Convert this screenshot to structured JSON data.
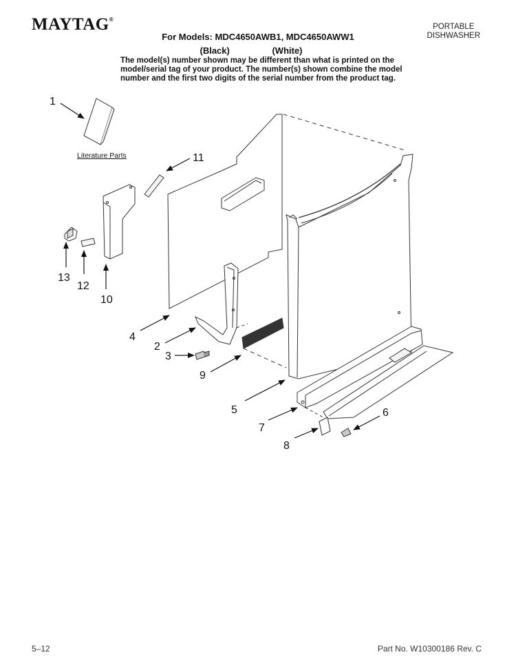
{
  "header": {
    "brand": "MAYTAG",
    "trademark": "®",
    "product_line1": "PORTABLE",
    "product_line2": "DISHWASHER",
    "models": "For Models: MDC4650AWB1, MDC4650AWW1",
    "variant_black": "(Black)",
    "variant_white": "(White)",
    "note_line1": "The model(s) number shown may be different than what is printed on the",
    "note_line2": "model/serial tag of your product. The number(s) shown combine the model",
    "note_line3": "number and the first two digits of the serial number from the product tag."
  },
  "diagram": {
    "literature_label": "Literature Parts",
    "callouts": [
      "1",
      "11",
      "13",
      "12",
      "10",
      "4",
      "2",
      "3",
      "9",
      "5",
      "7",
      "8",
      "6"
    ]
  },
  "footer": {
    "page": "5–12",
    "part_no": "Part No. W10300186 Rev. C"
  }
}
